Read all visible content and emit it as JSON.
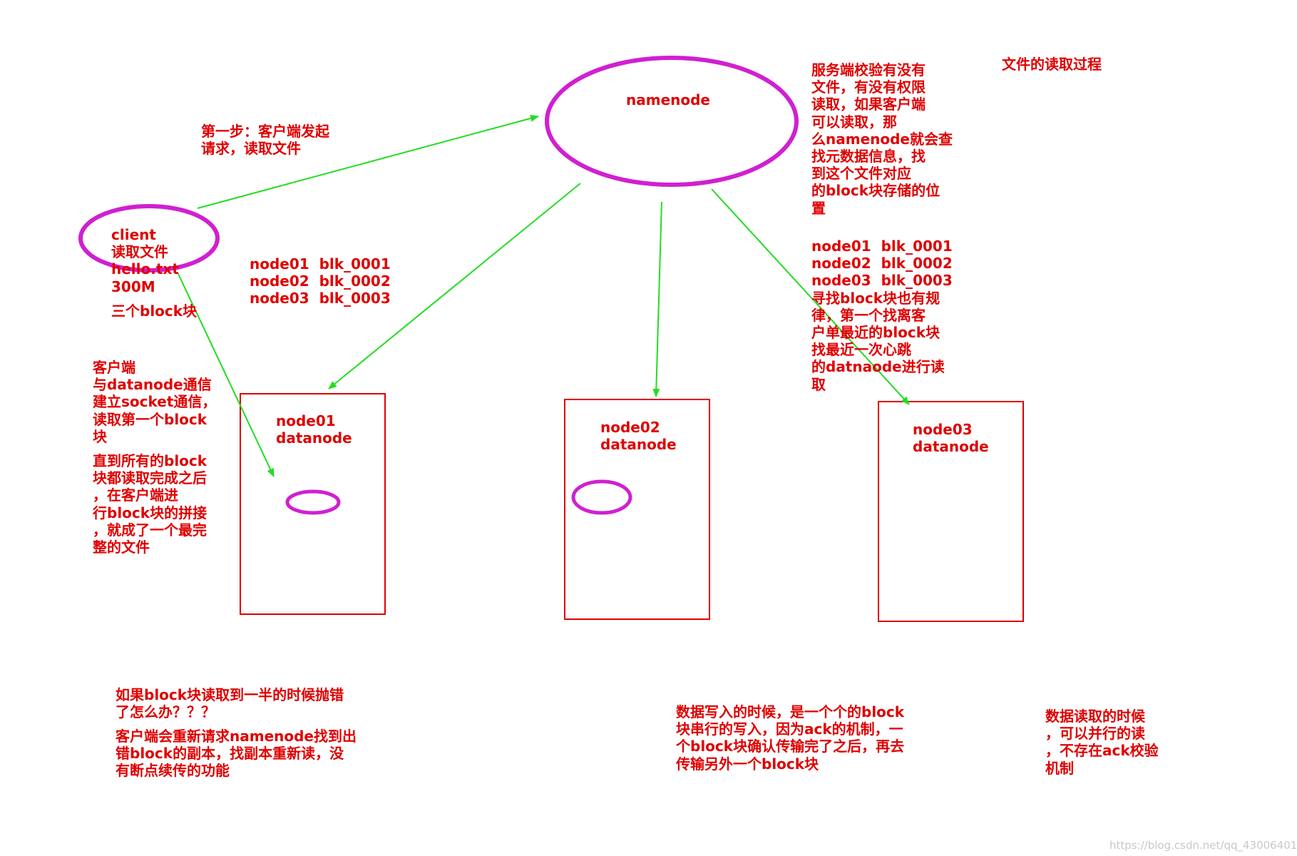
{
  "title": "文件的读取过程",
  "nodes": {
    "namenode": "namenode",
    "client": "client\n读取文件\nhello.txt\n300M",
    "client_blocks": "三个block块",
    "datanodes": [
      "node01\ndatanode",
      "node02\ndatanode",
      "node03\ndatanode"
    ]
  },
  "annotations": {
    "step1": "第一步：客户端发起\n请求，读取文件",
    "server_check": "服务端校验有没有\n文件，有没有权限\n读取，如果客户端\n可以读取，那\n么namenode就会查\n找元数据信息，找\n到这个文件对应\n的block块存储的位\n置",
    "block_list_left": "node01  blk_0001\nnode02  blk_0002\nnode03  blk_0003",
    "block_list_right": "node01  blk_0001\nnode02  blk_0002\nnode03  blk_0003\n寻找block块也有规\n律，第一个找离客\n户单最近的block块\n找最近一次心跳\n的datnaode进行读\n取",
    "client_datanode": "客户端\n与datanode通信\n建立socket通信，\n读取第一个block\n块",
    "assemble": "直到所有的block\n块都读取完成之后\n，在客户端进\n行block块的拼接\n，就成了一个最完\n整的文件",
    "error_question": "如果block块读取到一半的时候抛错\n了怎么办？？？",
    "error_answer": "客户端会重新请求namenode找到出\n错block的副本，找副本重新读，没\n有断点续传的功能",
    "write_note": "数据写入的时候，是一个个的block\n块串行的写入，因为ack的机制，一\n个block块确认传输完了之后，再去\n传输另外一个block块",
    "read_note": "数据读取的时候\n，可以并行的读\n，不存在ack校验\n机制"
  },
  "watermark": "https://blog.csdn.net/qq_43006401",
  "colors": {
    "text": "#e00000",
    "ellipse": "#d020d0",
    "arrow": "#22dd22",
    "box": "#e00000"
  }
}
